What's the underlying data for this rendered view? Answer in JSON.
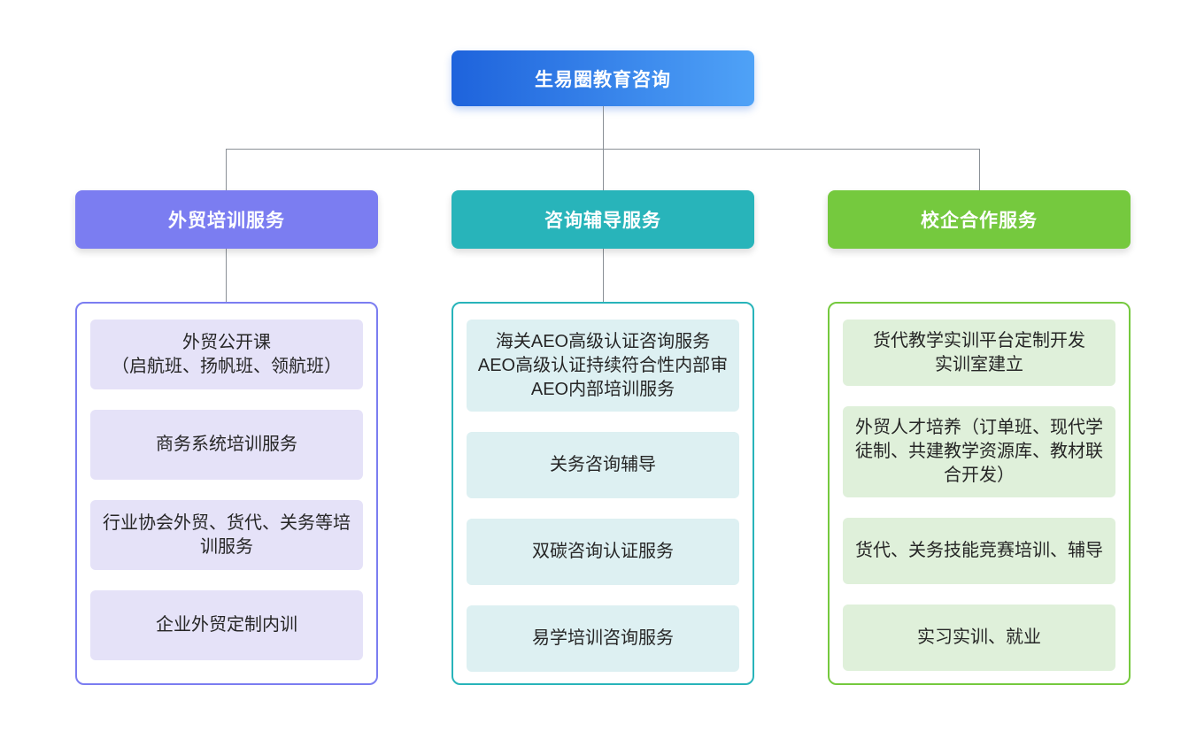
{
  "diagram": {
    "root": {
      "label": "生易圈教育咨询"
    },
    "branches": [
      {
        "label": "外贸培训服务",
        "accent": "#7B7DF1",
        "item_bg": "#E5E2F8",
        "items": [
          "外贸公开课\n（启航班、扬帆班、领航班）",
          "商务系统培训服务",
          "行业协会外贸、货代、关务等培训服务",
          "企业外贸定制内训"
        ]
      },
      {
        "label": "咨询辅导服务",
        "accent": "#28B4BA",
        "item_bg": "#DDF0F2",
        "items": [
          "海关AEO高级认证咨询服务\nAEO高级认证持续符合性内部审\nAEO内部培训服务",
          "关务咨询辅导",
          "双碳咨询认证服务",
          "易学培训咨询服务"
        ]
      },
      {
        "label": "校企合作服务",
        "accent": "#75C93E",
        "item_bg": "#DFF0DA",
        "items": [
          "货代教学实训平台定制开发\n实训室建立",
          "外贸人才培养（订单班、现代学徒制、共建教学资源库、教材联合开发）",
          "货代、关务技能竞赛培训、辅导",
          "实习实训、就业"
        ]
      }
    ],
    "colors": {
      "root_gradient_start": "#1E63DC",
      "root_gradient_end": "#4FA2F7",
      "connector": "#8A9096",
      "item_text": "#262626"
    }
  }
}
